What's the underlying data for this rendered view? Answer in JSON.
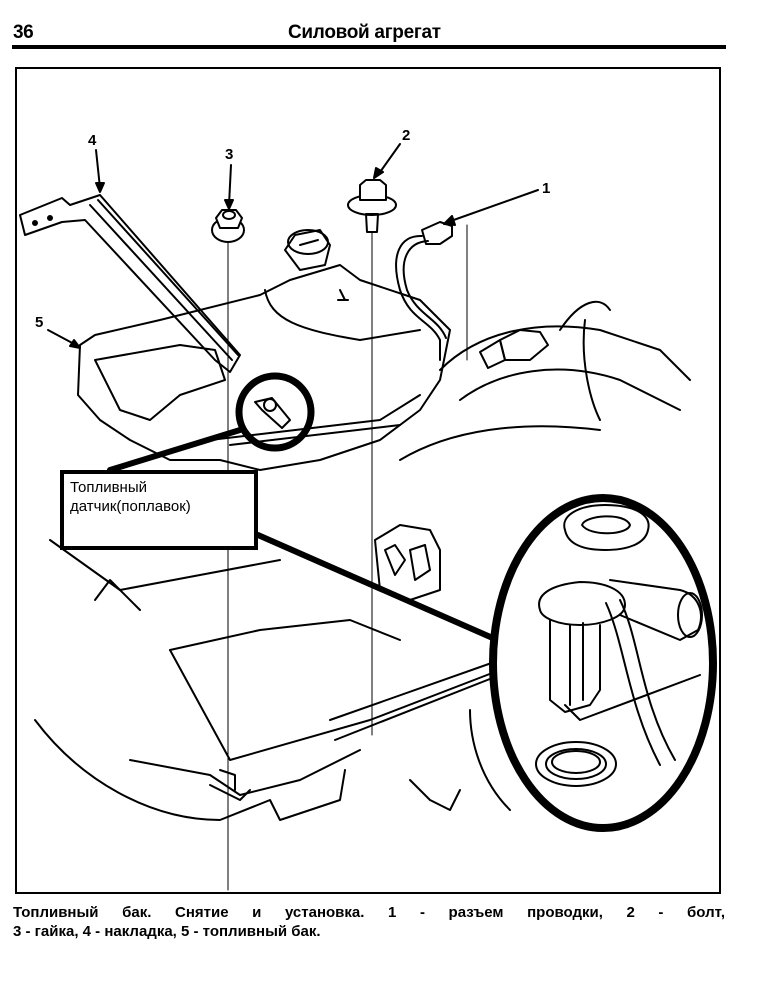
{
  "header": {
    "page_number": "36",
    "section_title": "Силовой агрегат"
  },
  "figure": {
    "callout_label": {
      "line1": "Топливный",
      "line2": "датчик(поплавок)"
    },
    "part_labels": [
      {
        "number": "1",
        "name": "разъем проводки"
      },
      {
        "number": "2",
        "name": "болт"
      },
      {
        "number": "3",
        "name": "гайка"
      },
      {
        "number": "4",
        "name": "накладка"
      },
      {
        "number": "5",
        "name": "топливный бак"
      }
    ]
  },
  "caption": {
    "line1": "Топливный бак. Снятие и установка. 1 - разъем проводки, 2 - болт,",
    "line2": "3 - гайка, 4 - накладка, 5 - топливный бак."
  }
}
